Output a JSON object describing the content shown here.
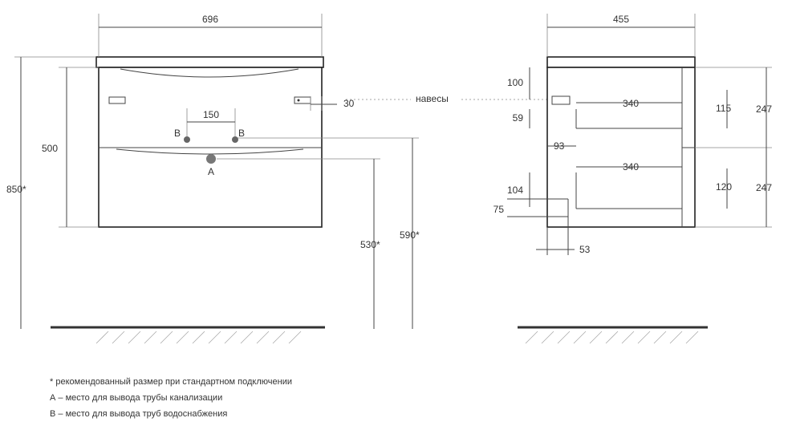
{
  "front_view": {
    "width": "696",
    "height_total": "850*",
    "front_height": "500",
    "pipe_spacing": "150",
    "hinge_offset": "30",
    "label_b_left": "B",
    "label_b_right": "B",
    "label_a": "A",
    "height_590": "590*",
    "height_530": "530*"
  },
  "side_view": {
    "depth": "455",
    "hinges_label": "навесы",
    "dim_100": "100",
    "dim_59": "59",
    "dim_93": "93",
    "dim_340_top": "340",
    "dim_340_bottom": "340",
    "dim_115": "115",
    "dim_120": "120",
    "dim_247_top": "247",
    "dim_247_bottom": "247",
    "dim_104": "104",
    "dim_75": "75",
    "dim_53": "53"
  },
  "notes": {
    "recommended": "* рекомендованный размер при стандартном подключении",
    "a": "А – место для вывода трубы канализации",
    "b": "В – место для вывода труб водоснабжения"
  }
}
